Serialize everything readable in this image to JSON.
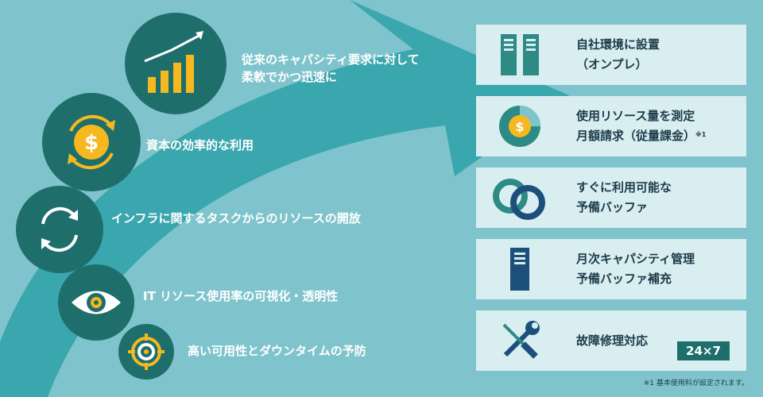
{
  "benefits": [
    {
      "text": "従来のキャパシティ要求に対して\n柔軟でかつ迅速に",
      "icon": "growth-chart-icon"
    },
    {
      "text": "資本の効率的な利用",
      "icon": "dollar-cycle-icon"
    },
    {
      "text": "インフラに関するタスクからのリソースの開放",
      "icon": "refresh-cycle-icon"
    },
    {
      "text": "IT リソース使用率の可視化・透明性",
      "icon": "eye-icon"
    },
    {
      "text": "高い可用性とダウンタイムの予防",
      "icon": "target-icon"
    }
  ],
  "cards": [
    {
      "text": "自社環境に設置\n（オンプレ）",
      "icon": "server-rack-icon"
    },
    {
      "text": "使用リソース量を測定\n月額請求（従量課金）",
      "sup": "※1",
      "icon": "dollar-pie-icon"
    },
    {
      "text": "すぐに利用可能な\n予備バッファ",
      "icon": "linked-rings-icon"
    },
    {
      "text": "月次キャパシティ管理\n予備バッファ補充",
      "icon": "single-server-icon"
    },
    {
      "text": "故障修理対応",
      "badge": "24×7",
      "icon": "wrench-screwdriver-icon"
    }
  ],
  "footnote": "※1  基本使用料が設定されます。",
  "colors": {
    "background": "#7fc4cc",
    "arrow": "#3aa6ae",
    "circle": "#1e6f6c",
    "card": "#d9eef0",
    "navy": "#1c3b49",
    "gold": "#f5b81f",
    "server": "#2d8a84"
  }
}
